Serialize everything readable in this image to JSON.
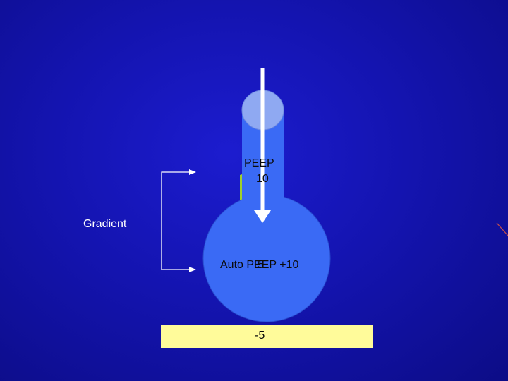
{
  "diagram": {
    "gradient_label": "Gradient",
    "peep_label": "PEEP",
    "peep_value": "10",
    "auto_peep_label": "Auto PEEP +10",
    "auto_peep_overlay_value": "5",
    "pleural_pressure_value": "-5"
  },
  "colors": {
    "background": "#1414b0",
    "airway_fill": "#3a6af5",
    "airway_top": "#8fa9f2",
    "alveolus_fill": "#3a6af5",
    "green_wall": "#9fd12b",
    "pleural_bar": "#fffb9a",
    "arrow": "#ffffff"
  }
}
